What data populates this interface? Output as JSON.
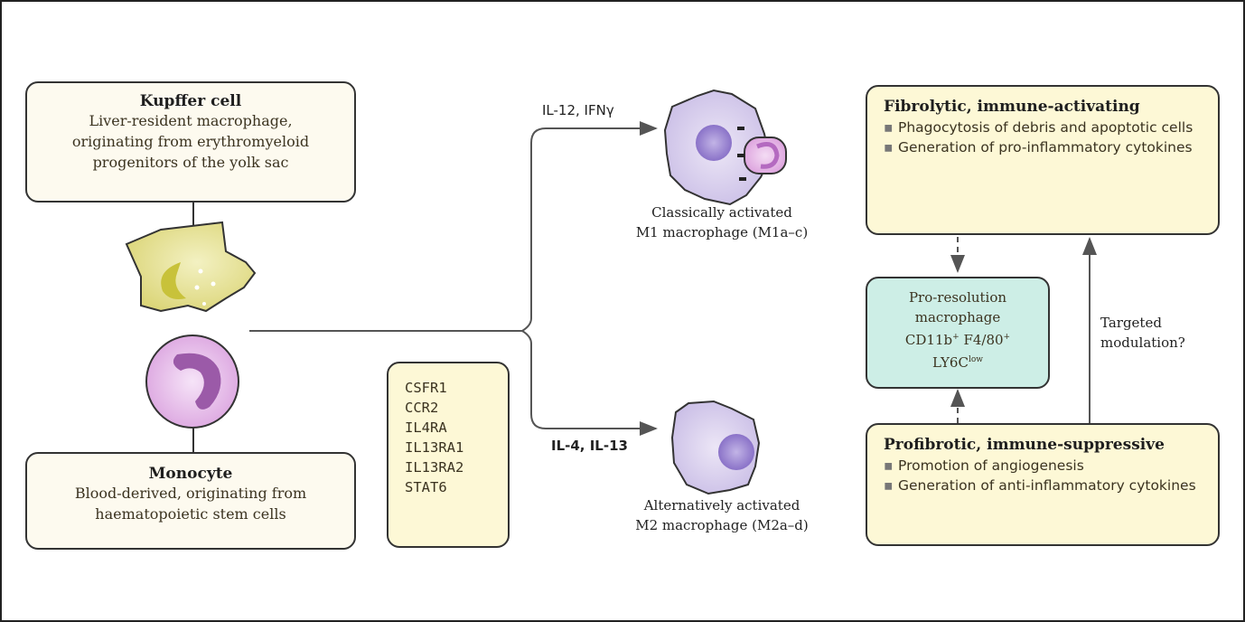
{
  "kupffer": {
    "title": "Kupffer cell",
    "lines": [
      "Liver-resident macrophage,",
      "originating from erythromyeloid",
      "progenitors of the yolk sac"
    ]
  },
  "monocyte": {
    "title": "Monocyte",
    "lines": [
      "Blood-derived, originating from",
      "haematopoietic stem cells"
    ]
  },
  "genes": [
    "CSFR1",
    "CCR2",
    "IL4RA",
    "IL13RA1",
    "IL13RA2",
    "STAT6"
  ],
  "m1": {
    "stimulus": "IL-12, IFNγ",
    "caption_line1": "Classically activated",
    "caption_line2": "M1 macrophage (M1a–c)"
  },
  "m2": {
    "stimulus": "IL-4, IL-13",
    "caption_line1": "Alternatively activated",
    "caption_line2": "M2 macrophage (M2a–d)"
  },
  "fibrolytic": {
    "title": "Fibrolytic, immune-activating",
    "bullets": [
      "Phagocytosis of debris and apoptotic cells",
      "Generation of pro-inflammatory cytokines"
    ]
  },
  "pro_resolution": {
    "line1": "Pro-resolution",
    "line2": "macrophage",
    "line3_a": "CD11b",
    "line3_a_sup": "+",
    "line3_b": "F4/80",
    "line3_b_sup": "+",
    "line4": "LY6C",
    "line4_sup": "low"
  },
  "profibrotic": {
    "title": "Profibrotic, immune-suppressive",
    "bullets": [
      "Promotion of angiogenesis",
      "Generation of anti-inflammatory cytokines"
    ]
  },
  "targeted": {
    "line1": "Targeted",
    "line2": "modulation?"
  }
}
